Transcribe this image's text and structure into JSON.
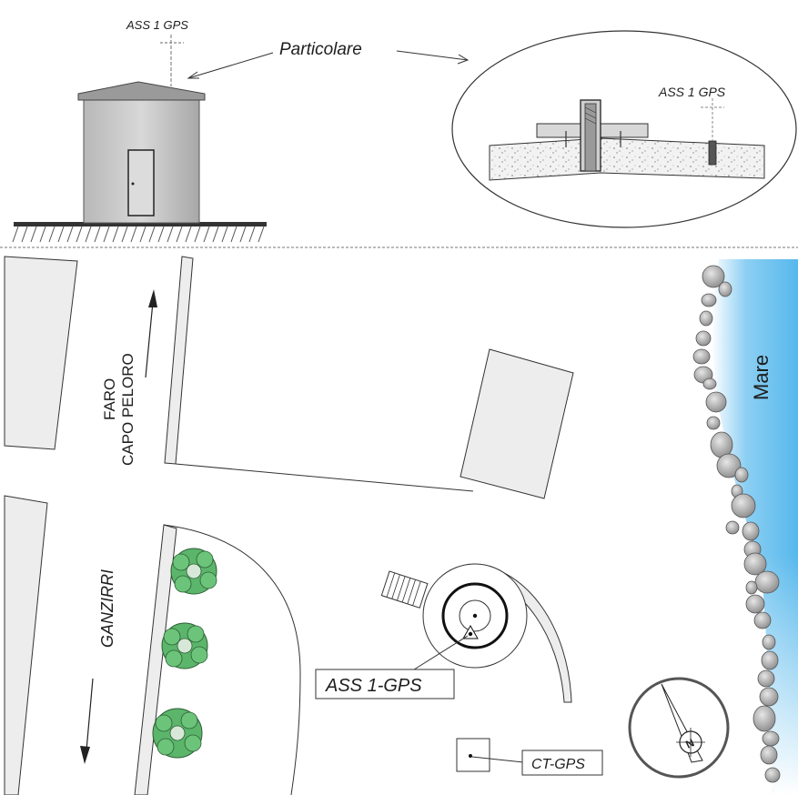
{
  "detail": {
    "antenna_label_left": "ASS 1  GPS",
    "antenna_label_right": "ASS 1  GPS",
    "particolare": "Particolare"
  },
  "map": {
    "road_label_north_1": "FARO",
    "road_label_north_2": "CAPO PELORO",
    "road_label_south": "GANZIRRI",
    "sea_label": "Mare",
    "station_label": "ASS 1-GPS",
    "ct_label": "CT-GPS",
    "compass_letter": "N"
  },
  "colors": {
    "sea": "#56b8ec",
    "building": "#ededed",
    "rock": "#9c9c9c",
    "tree": "#5bb56a"
  }
}
